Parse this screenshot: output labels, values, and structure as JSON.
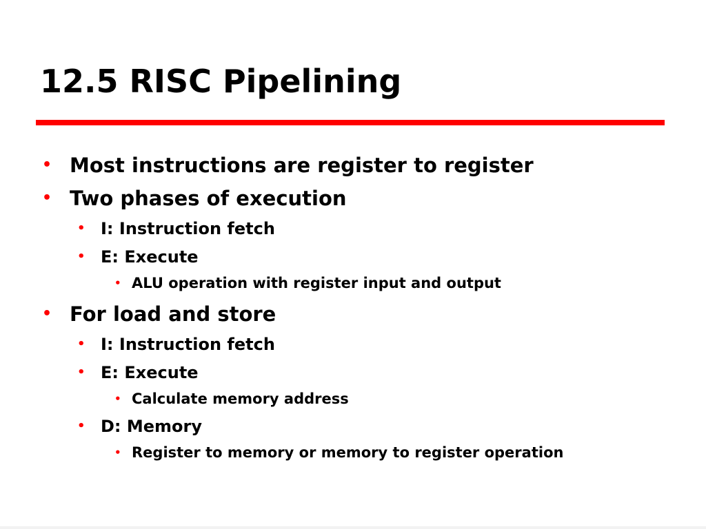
{
  "slide": {
    "title": "12.5 RISC Pipelining",
    "accent_color": "#ff0000",
    "bullet_glyph": "•",
    "items": [
      {
        "level": 1,
        "text": "Most instructions are register to register"
      },
      {
        "level": 1,
        "text": "Two phases of execution"
      },
      {
        "level": 2,
        "text": "I: Instruction fetch"
      },
      {
        "level": 2,
        "text": "E: Execute"
      },
      {
        "level": 3,
        "text": "ALU operation with register input and output"
      },
      {
        "level": 1,
        "text": "For load and store"
      },
      {
        "level": 2,
        "text": "I: Instruction fetch"
      },
      {
        "level": 2,
        "text": "E: Execute"
      },
      {
        "level": 3,
        "text": "Calculate memory address"
      },
      {
        "level": 2,
        "text": "D: Memory"
      },
      {
        "level": 3,
        "text": "Register to memory or memory to register operation"
      }
    ]
  }
}
